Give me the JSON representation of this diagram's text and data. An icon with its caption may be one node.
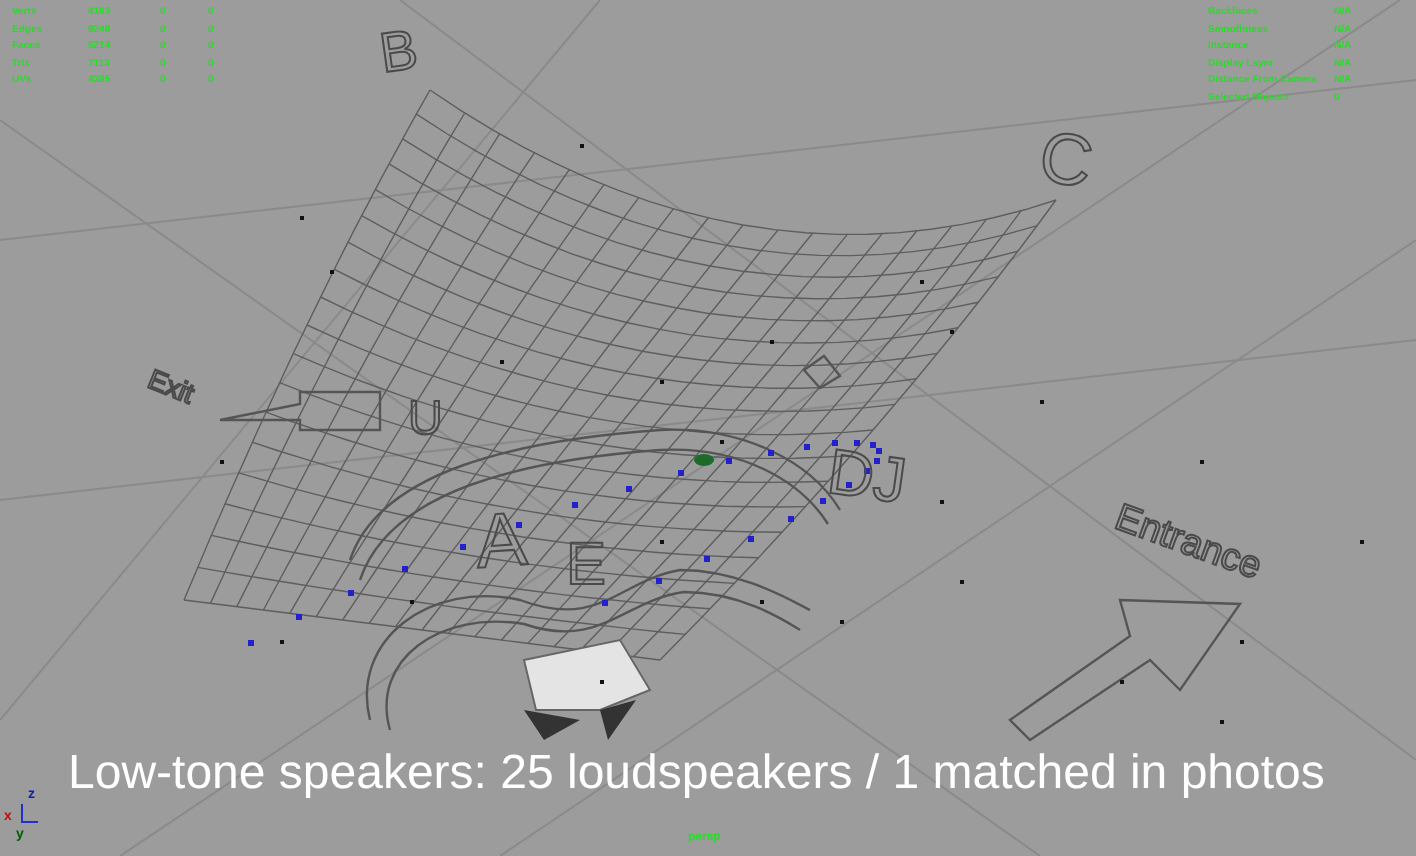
{
  "diagram": {
    "caption": "Low-tone speakers: 25 loudspeakers / 1 matched in photos",
    "labels": [
      "Verts",
      "4163",
      "0",
      "0",
      "Edges",
      "9248",
      "0",
      "0",
      "Faces",
      "5214",
      "0",
      "0",
      "Tris",
      "7113",
      "0",
      "0",
      "UVs",
      "4385",
      "0",
      "0",
      "Backfaces",
      "N/A",
      "Smoothness",
      "N/A",
      "Instance",
      "N/A",
      "Display Layer",
      "N/A",
      "Distance From Camera",
      "N/A",
      "Selected Objects",
      "0",
      "B",
      "C",
      "Exit",
      "U",
      "DJ",
      "A",
      "E",
      "Entrance",
      "persp",
      "x",
      "y",
      "z"
    ]
  }
}
